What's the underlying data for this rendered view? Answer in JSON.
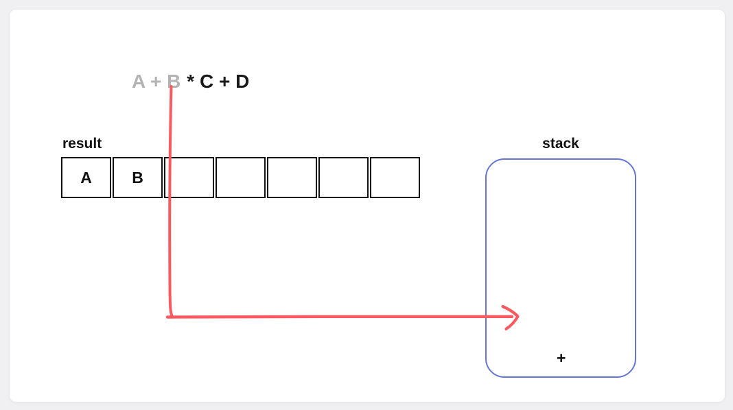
{
  "expression": {
    "consumed_part": "A + B",
    "remaining_part": "* C + D"
  },
  "result": {
    "label": "result",
    "cells": [
      "A",
      "B",
      "",
      "",
      "",
      "",
      ""
    ]
  },
  "stack": {
    "label": "stack",
    "items": [
      "+"
    ]
  },
  "colors": {
    "consumed_text_gray": "#b3b3b3",
    "active_text_black": "#1a1a1a",
    "arrow_red": "#fa5a5f",
    "stack_border_blue": "#6575d6",
    "cell_border_black": "#111111",
    "card_background": "#ffffff",
    "page_background": "#f0f0f2"
  }
}
